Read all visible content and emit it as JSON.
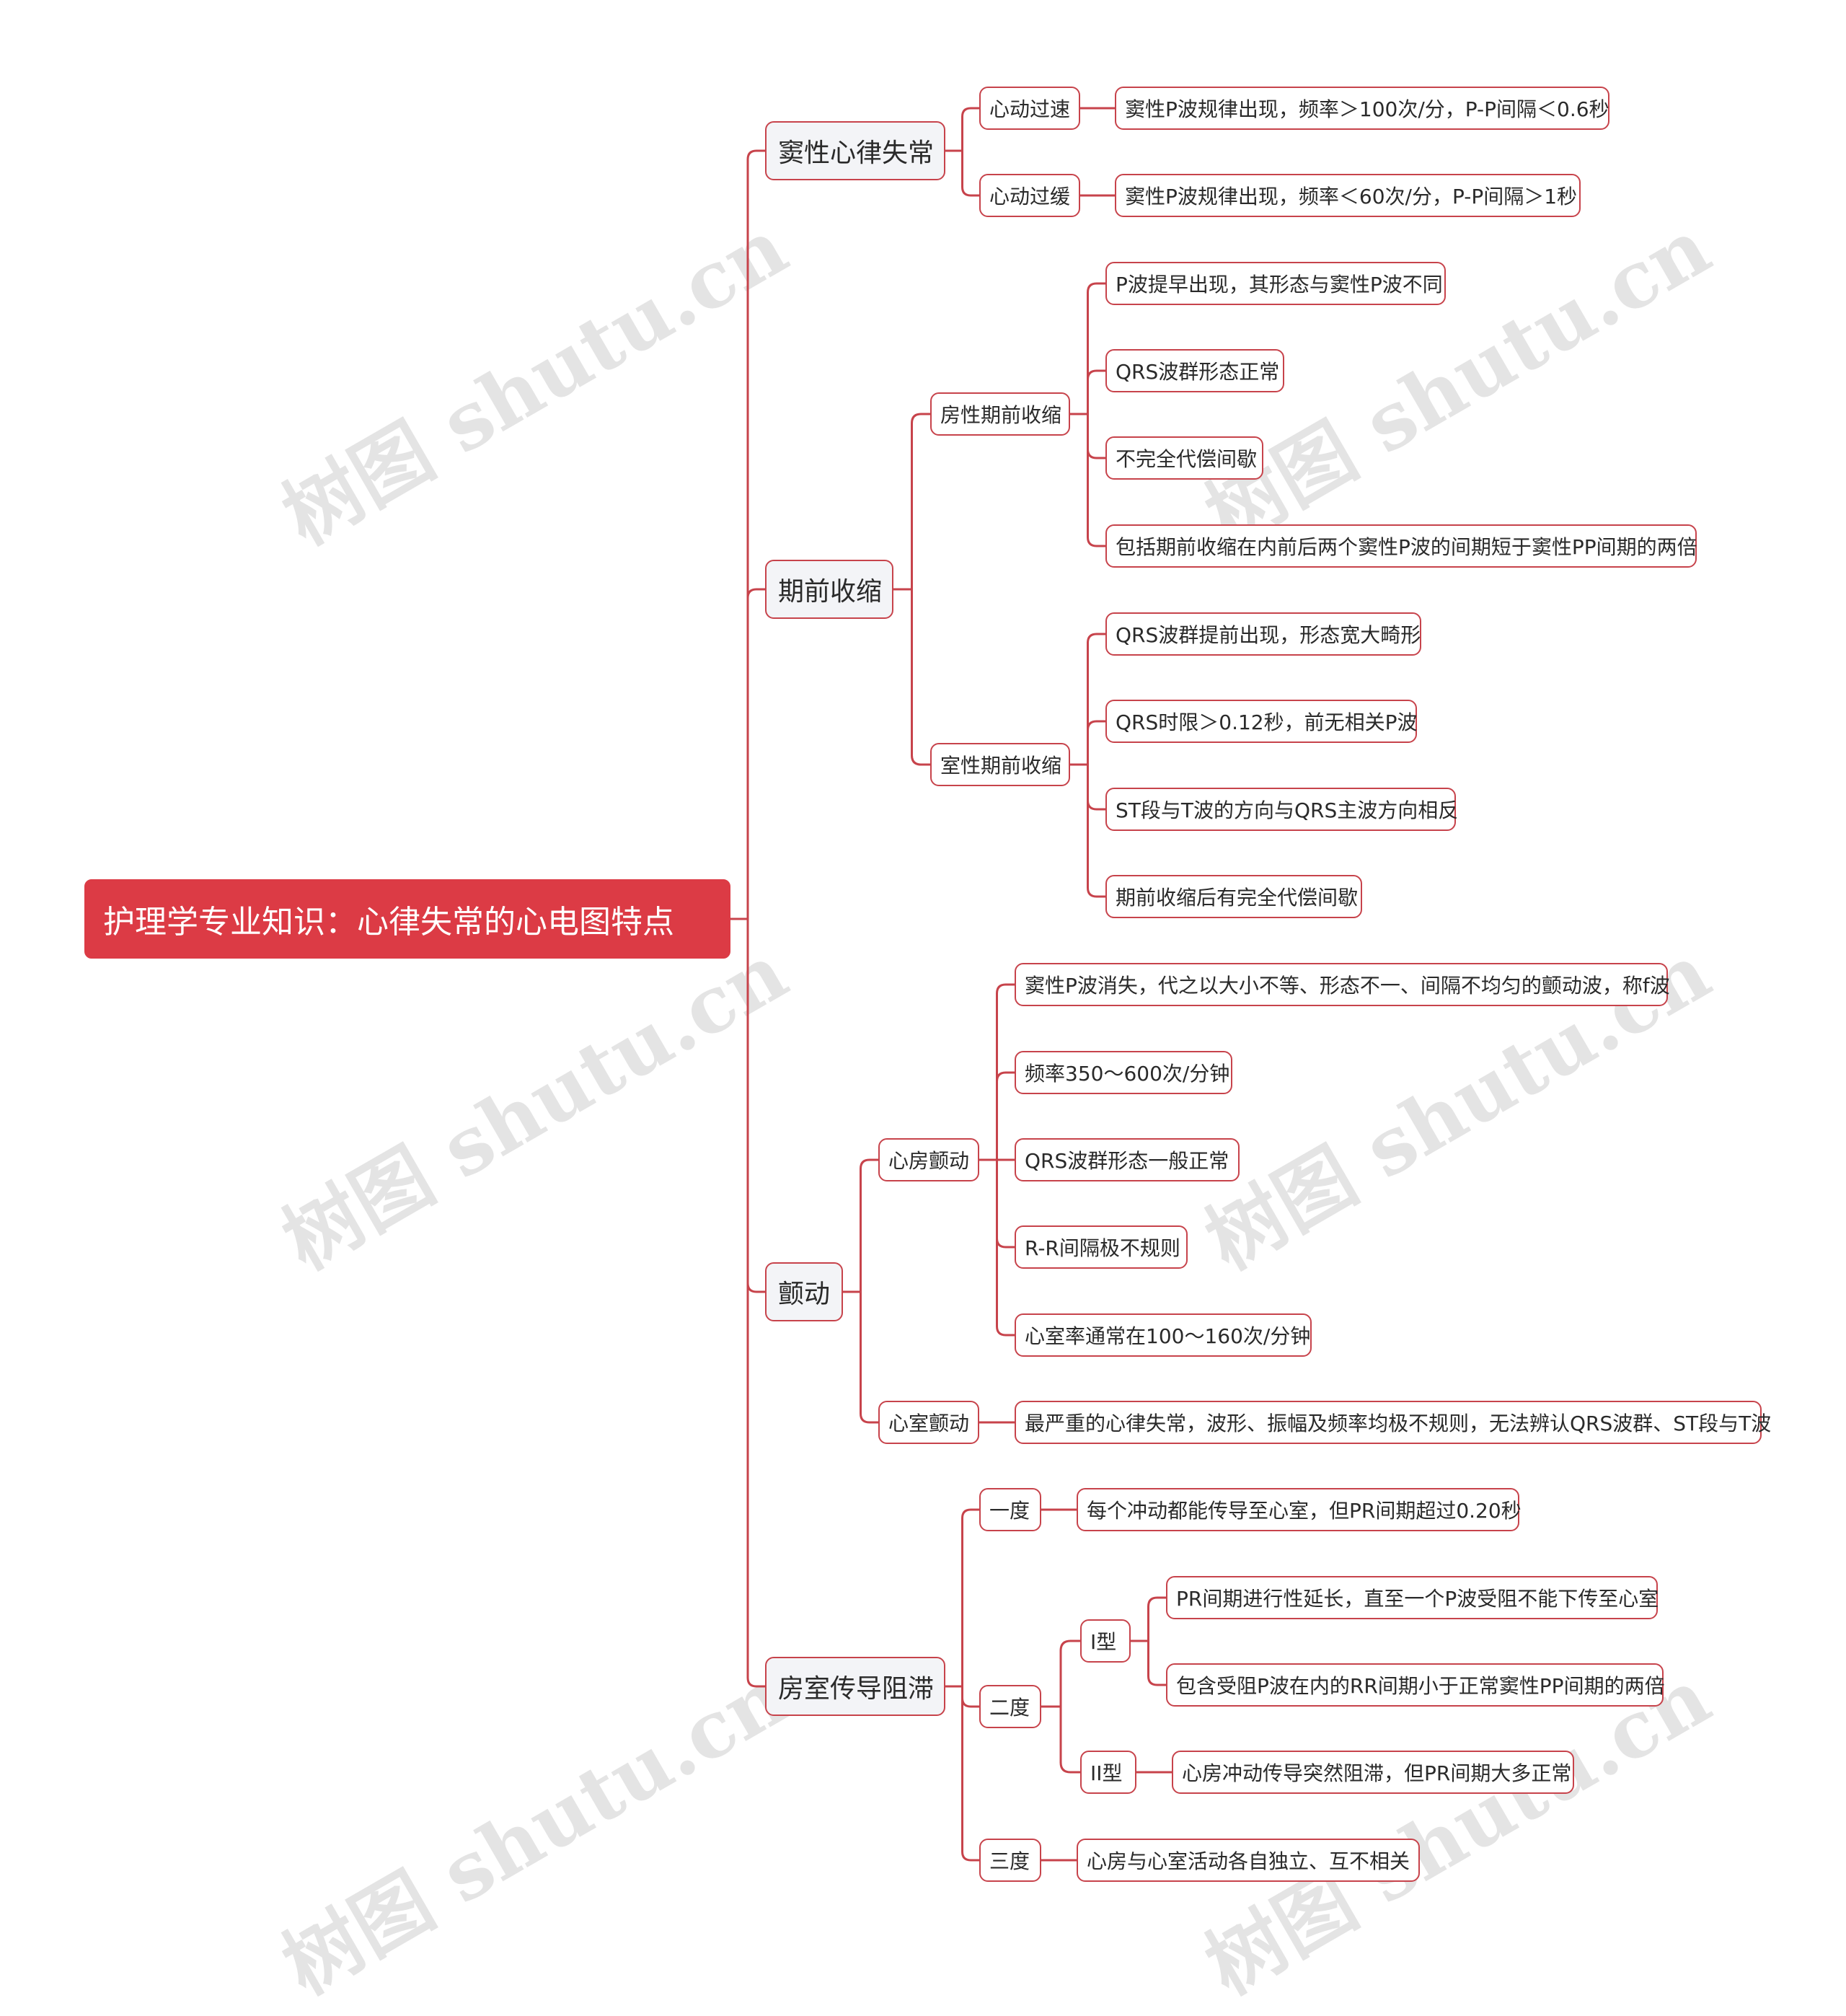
{
  "watermark": "树图 shutu.cn",
  "colors": {
    "line": "#c7434b",
    "root_bg": "#dc3b45",
    "l1_bg": "#f3f4f7"
  },
  "root": {
    "text": "护理学专业知识：心律失常的心电图特点"
  },
  "branches": [
    {
      "text": "窦性心律失常",
      "children": [
        {
          "text": "心动过速",
          "children": [
            {
              "text": "窦性P波规律出现，频率＞100次/分，P-P间隔＜0.6秒"
            }
          ]
        },
        {
          "text": "心动过缓",
          "children": [
            {
              "text": "窦性P波规律出现，频率＜60次/分，P-P间隔＞1秒"
            }
          ]
        }
      ]
    },
    {
      "text": "期前收缩",
      "children": [
        {
          "text": "房性期前收缩",
          "children": [
            {
              "text": "P波提早出现，其形态与窦性P波不同"
            },
            {
              "text": "QRS波群形态正常"
            },
            {
              "text": "不完全代偿间歇"
            },
            {
              "text": "包括期前收缩在内前后两个窦性P波的间期短于窦性PP间期的两倍"
            }
          ]
        },
        {
          "text": "室性期前收缩",
          "children": [
            {
              "text": "QRS波群提前出现，形态宽大畸形"
            },
            {
              "text": "QRS时限＞0.12秒，前无相关P波"
            },
            {
              "text": "ST段与T波的方向与QRS主波方向相反"
            },
            {
              "text": "期前收缩后有完全代偿间歇"
            }
          ]
        }
      ]
    },
    {
      "text": "颤动",
      "children": [
        {
          "text": "心房颤动",
          "children": [
            {
              "text": "窦性P波消失，代之以大小不等、形态不一、间隔不均匀的颤动波，称f波"
            },
            {
              "text": "频率350～600次/分钟"
            },
            {
              "text": " QRS波群形态一般正常"
            },
            {
              "text": "R-R间隔极不规则"
            },
            {
              "text": "心室率通常在100～160次/分钟"
            }
          ]
        },
        {
          "text": "心室颤动",
          "children": [
            {
              "text": "最严重的心律失常，波形、振幅及频率均极不规则，无法辨认QRS波群、ST段与T波"
            }
          ]
        }
      ]
    },
    {
      "text": "房室传导阻滞",
      "children": [
        {
          "text": "一度",
          "children": [
            {
              "text": "每个冲动都能传导至心室，但PR间期超过0.20秒"
            }
          ]
        },
        {
          "text": "二度",
          "children": [
            {
              "text": "I型",
              "children": [
                {
                  "text": "PR间期进行性延长，直至一个P波受阻不能下传至心室"
                },
                {
                  "text": "包含受阻P波在内的RR间期小于正常窦性PP间期的两倍"
                }
              ]
            },
            {
              "text": "II型",
              "children": [
                {
                  "text": "心房冲动传导突然阻滞，但PR间期大多正常"
                }
              ]
            }
          ]
        },
        {
          "text": "三度",
          "children": [
            {
              "text": "心房与心室活动各自独立、互不相关"
            }
          ]
        }
      ]
    }
  ]
}
